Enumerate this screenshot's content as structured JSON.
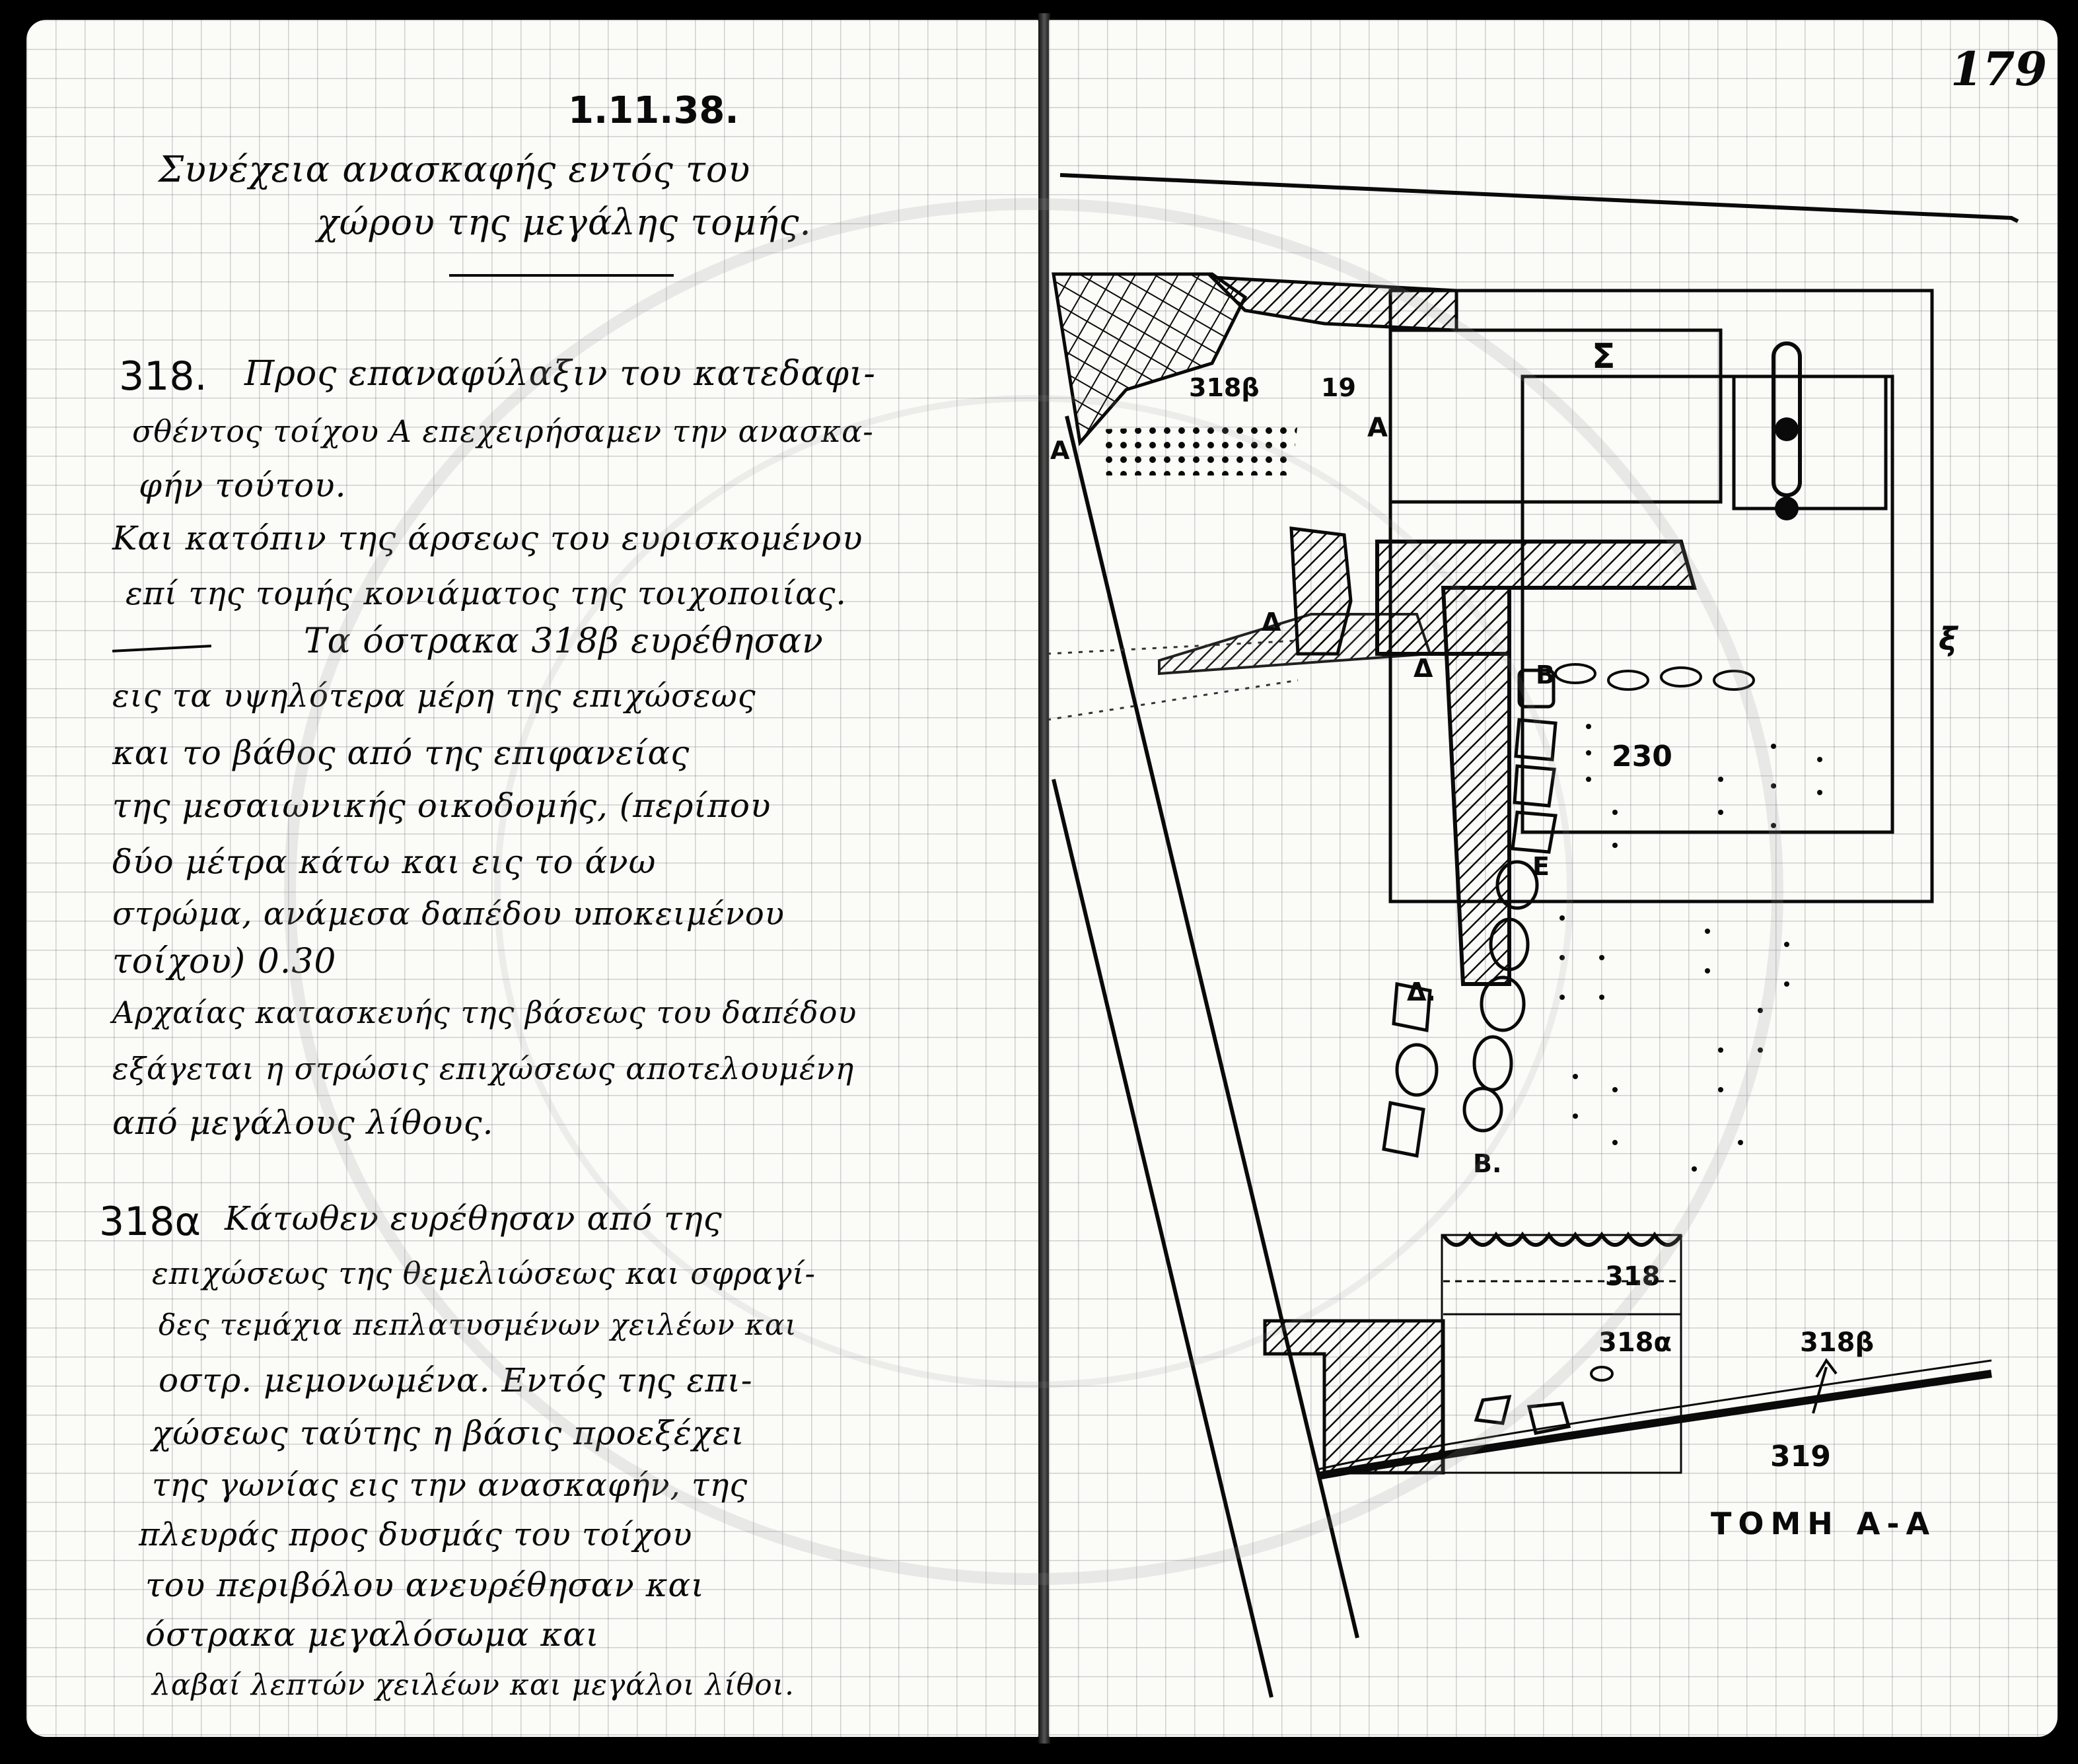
{
  "left_page": {
    "date": "1.11.38.",
    "heading_lines": [
      "Συνέχεια ανασκαφής εντός του",
      "χώρου της μεγάλης τομής."
    ],
    "entry_318": {
      "number": "318.",
      "lines": [
        "Προς επαναφύλαξιν του κατεδαφι-",
        "σθέντος τοίχου Α επεχειρήσαμεν την ανασκα-",
        "φήν τούτου.",
        "Και κατόπιν της άρσεως του ευρισκομένου",
        "επί της τομής κονιάματος της τοιχοποιίας.",
        "Τα όστρακα 318β ευρέθησαν",
        "εις τα υψηλότερα μέρη της επιχώσεως",
        "και το βάθος από της επιφανείας",
        "της μεσαιωνικής οικοδομής, (περίπου",
        "δύο μέτρα κάτω και εις το άνω",
        "στρώμα, ανάμεσα δαπέδου υποκειμένου",
        "τοίχου) 0.30",
        "Αρχαίας κατασκευής της βάσεως του δαπέδου",
        "εξάγεται η στρώσις επιχώσεως αποτελουμένη",
        "από μεγάλους λίθους."
      ]
    },
    "entry_318a": {
      "number": "318α",
      "lines": [
        "Κάτωθεν ευρέθησαν από της",
        "επιχώσεως της θεμελιώσεως και σφραγί-",
        "δες τεμάχια πεπλατυσμένων χειλέων και",
        "οστρ. μεμονωμένα. Εντός της επι-",
        "χώσεως ταύτης η βάσις προεξέχει",
        "της γωνίας εις την ανασκαφήν, της",
        "πλευράς προς δυσμάς του τοίχου",
        "του περιβόλου ανευρέθησαν και",
        "όστρακα μεγαλόσωμα και",
        "λαβαί λεπτών χειλέων και μεγάλοι λίθοι."
      ]
    }
  },
  "right_page": {
    "page_number": "179",
    "labels": {
      "wall_b": "318β",
      "wall_19": "19",
      "letter_a_left": "Α",
      "letter_a_mid": "Α",
      "letter_sigma": "Σ",
      "letter_delta_1": "Δ",
      "letter_delta_2": "Δ",
      "letter_delta_3": "Δ.",
      "letter_b_top": "Β",
      "letter_b_bottom": "Β.",
      "letter_e": "Ε",
      "letter_xi": "ξ",
      "area_230": "230",
      "section_318": "318",
      "section_318a": "318α",
      "section_318b": "318β",
      "section_319": "319",
      "section_title": "ΤΟΜΗ Α-Α"
    }
  },
  "colors": {
    "paper": "#fbfbf8",
    "grid": "#8a8a94",
    "ink": "#0a0a0a",
    "background": "#000000"
  }
}
